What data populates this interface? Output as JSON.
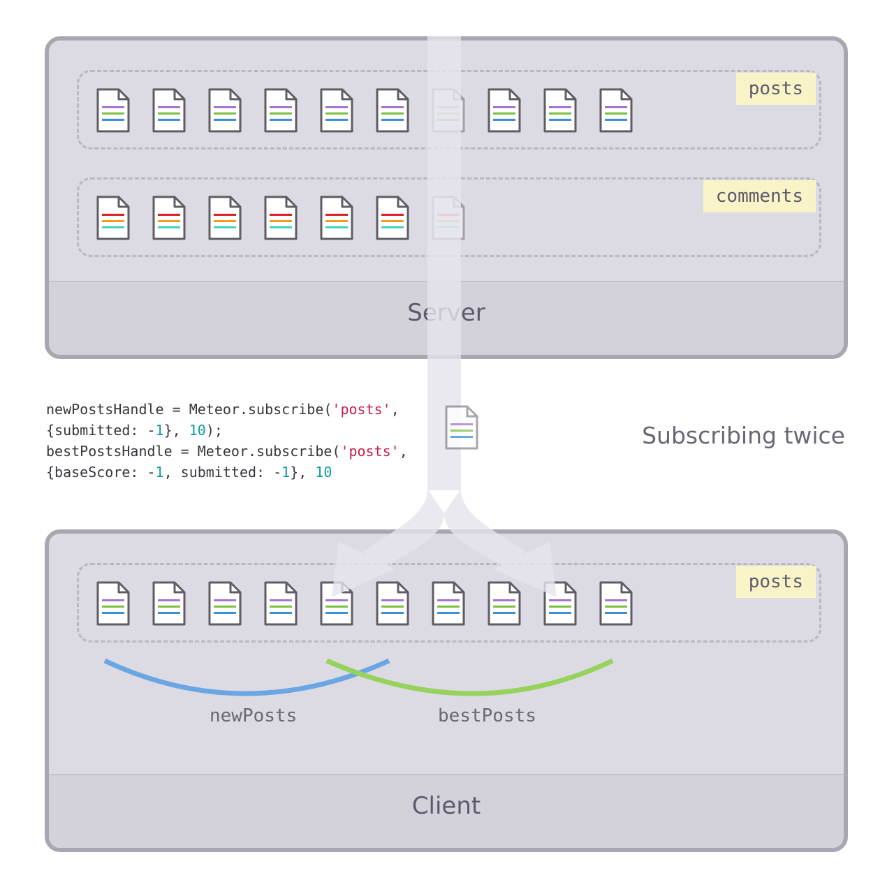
{
  "server": {
    "title": "Server",
    "collections": {
      "posts": {
        "label": "posts",
        "doc_count": 10
      },
      "comments": {
        "label": "comments",
        "doc_count": 7
      }
    }
  },
  "client": {
    "title": "Client",
    "collections": {
      "posts": {
        "label": "posts",
        "doc_count": 10
      }
    },
    "subscriptions": [
      {
        "name": "newPosts",
        "color": "#6aa6e3"
      },
      {
        "name": "bestPosts",
        "color": "#96d25c"
      }
    ]
  },
  "code": {
    "line1": {
      "a": "newPostsHandle = Meteor.subscribe(",
      "str": "'posts'",
      "b": ","
    },
    "line2": {
      "a": "{submitted: -",
      "n1": "1",
      "b": "}, ",
      "n2": "10",
      "c": ");"
    },
    "line3": {
      "a": "bestPostsHandle = Meteor.subscribe(",
      "str": "'posts'",
      "b": ","
    },
    "line4": {
      "a": "{baseScore: -",
      "n1": "1",
      "b": ", submitted: -",
      "n2": "1",
      "c": "}, ",
      "n3": "10"
    }
  },
  "caption": "Subscribing twice",
  "colors": {
    "post_lines": [
      "#a874d2",
      "#7dc142",
      "#3a8fd8"
    ],
    "comment_lines": [
      "#d6202a",
      "#f39c1f",
      "#3bd6c0"
    ],
    "panel_bg": "#dcdae2",
    "panel_border": "#a8a6b0",
    "label_bg": "#f8f4c8"
  }
}
